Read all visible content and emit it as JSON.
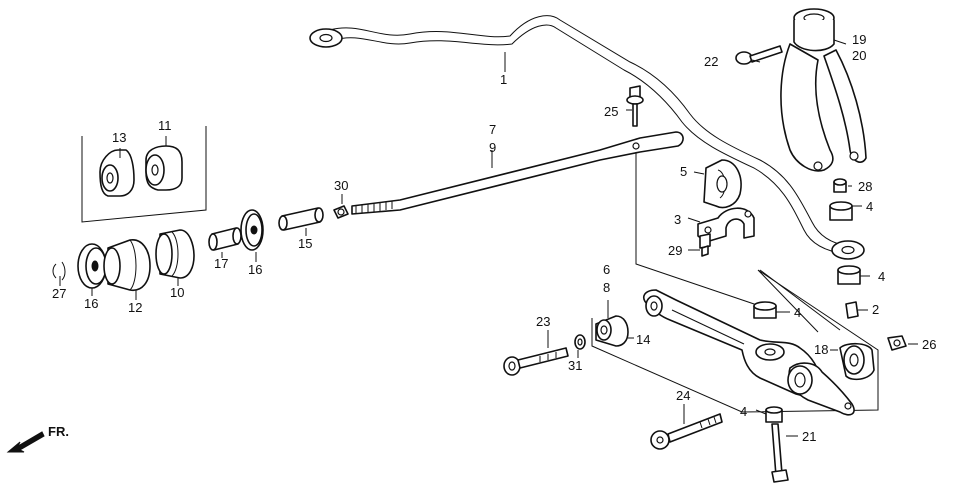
{
  "callouts": {
    "c1": "1",
    "c2": "2",
    "c3": "3",
    "c4a": "4",
    "c4b": "4",
    "c4c": "4",
    "c4d": "4",
    "c5": "5",
    "c6": "6",
    "c7": "7",
    "c8": "8",
    "c9": "9",
    "c10": "10",
    "c11": "11",
    "c12": "12",
    "c13": "13",
    "c14": "14",
    "c15": "15",
    "c16a": "16",
    "c16b": "16",
    "c17": "17",
    "c18": "18",
    "c19": "19",
    "c20": "20",
    "c21": "21",
    "c22": "22",
    "c23": "23",
    "c24": "24",
    "c25": "25",
    "c26": "26",
    "c27": "27",
    "c28": "28",
    "c29": "29",
    "c30": "30",
    "c31": "31"
  },
  "front_indicator": "FR."
}
